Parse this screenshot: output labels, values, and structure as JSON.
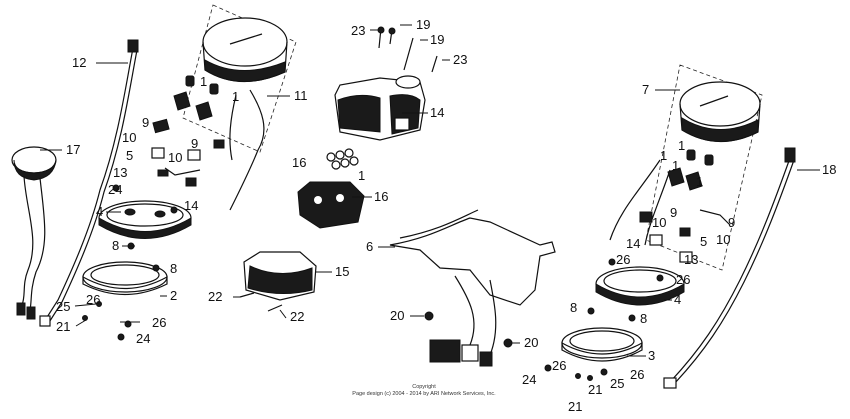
{
  "callouts": {
    "c1a": "1",
    "c1b": "1",
    "c1c": "1",
    "c1d": "1",
    "c1e": "1",
    "c1f": "1",
    "c1g": "1",
    "c2": "2",
    "c3": "3",
    "c4a": "4",
    "c4b": "4",
    "c5a": "5",
    "c5b": "5",
    "c6": "6",
    "c7": "7",
    "c8a": "8",
    "c8b": "8",
    "c8c": "8",
    "c8d": "8",
    "c9a": "9",
    "c9b": "9",
    "c9c": "9",
    "c9d": "9",
    "c10a": "10",
    "c10b": "10",
    "c10c": "10",
    "c10d": "10",
    "c11": "11",
    "c12": "12",
    "c13a": "13",
    "c13b": "13",
    "c14a": "14",
    "c14b": "14",
    "c14c": "14",
    "c15": "15",
    "c16a": "16",
    "c16b": "16",
    "c17": "17",
    "c18": "18",
    "c19a": "19",
    "c19b": "19",
    "c20a": "20",
    "c20b": "20",
    "c21a": "21",
    "c21b": "21",
    "c21c": "21",
    "c22a": "22",
    "c22b": "22",
    "c23a": "23",
    "c23b": "23",
    "c24a": "24",
    "c24b": "24",
    "c24c": "24",
    "c25a": "25",
    "c25b": "25",
    "c26a": "26",
    "c26b": "26",
    "c26c": "26",
    "c26d": "26",
    "c26e": "26",
    "c26f": "26"
  },
  "copyright": {
    "line1": "Copyright",
    "line2": "Page design (c) 2004 - 2014 by ARI Network Services, Inc."
  },
  "colors": {
    "ink": "#111111",
    "paper": "#ffffff"
  }
}
